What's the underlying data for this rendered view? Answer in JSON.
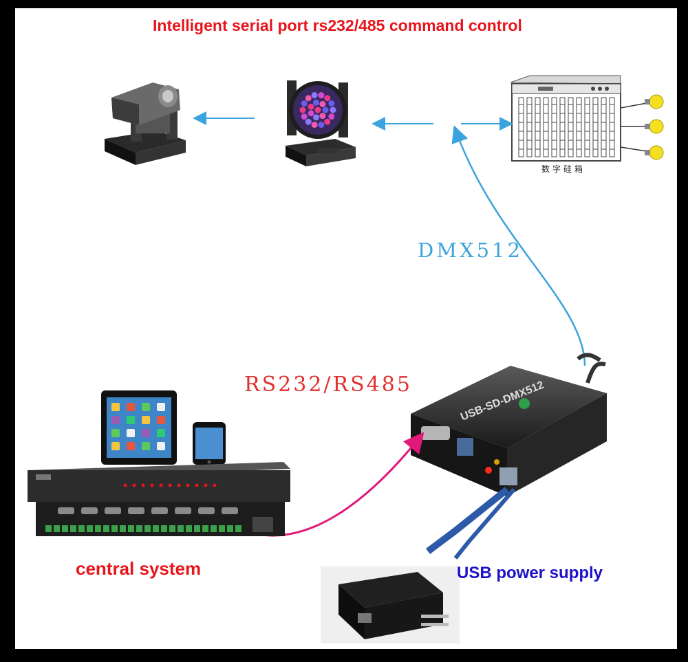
{
  "diagram": {
    "title": "Intelligent serial port rs232/485 command control",
    "dmx_label": "DMX512",
    "rs_label": "RS232/RS485",
    "central_label": "central system",
    "usb_power_label": "USB power supply",
    "dimmer_label": "数字硅箱",
    "interface_brand": "USB-SD-DMX512",
    "colors": {
      "title_red": "#e8141b",
      "dmx_blue": "#3ba3dd",
      "rs_red": "#e2302e",
      "usb_blue": "#1c12c8",
      "serial_cable_magenta": "#e0197a",
      "frame_black": "#000000"
    },
    "icons": [
      "moving-head-light-icon",
      "led-wash-light-icon",
      "dimmer-pack-icon",
      "light-bulb-icon",
      "tablet-icon",
      "phone-icon",
      "control-host-icon",
      "usb-dmx-interface-icon",
      "usb-power-adapter-icon"
    ]
  }
}
